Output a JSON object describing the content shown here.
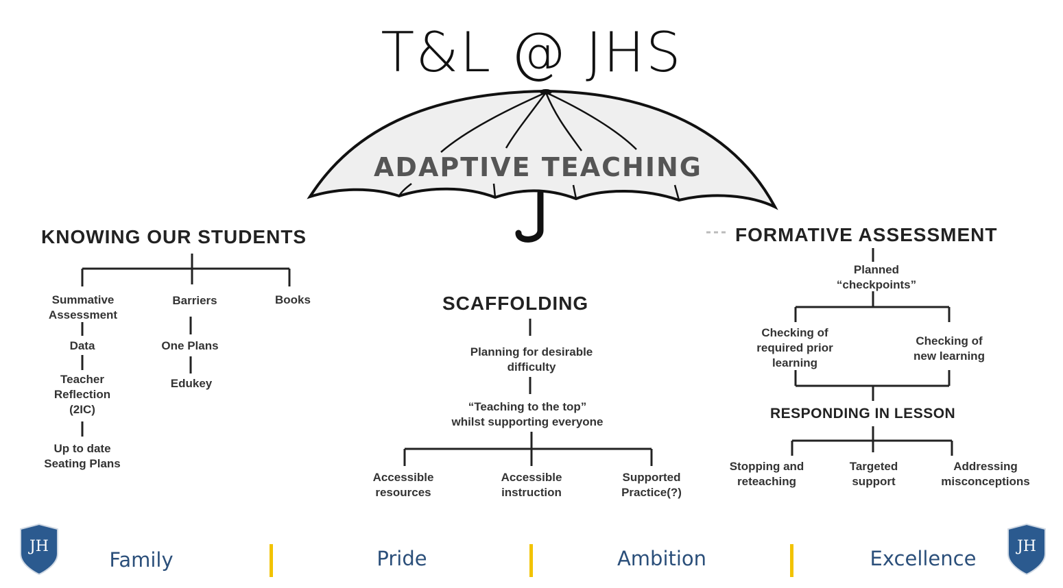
{
  "title": "T&L @ JHS",
  "umbrella": {
    "label": "ADAPTIVE TEACHING",
    "icon": "umbrella-icon"
  },
  "knowing": {
    "heading": "KNOWING OUR STUDENTS",
    "summative": "Summative\nAssessment",
    "data": "Data",
    "teacher_reflection": "Teacher\nReflection\n(2IC)",
    "seating": "Up to date\nSeating Plans",
    "barriers": "Barriers",
    "one_plans": "One Plans",
    "edukey": "Edukey",
    "books": "Books"
  },
  "scaffolding": {
    "heading": "SCAFFOLDING",
    "planning": "Planning for desirable\ndifficulty",
    "teaching_top": "“Teaching to the top”\nwhilst supporting everyone",
    "accessible_resources": "Accessible\nresources",
    "accessible_instruction": "Accessible\ninstruction",
    "supported_practice": "Supported\nPractice(?)"
  },
  "formative": {
    "heading": "FORMATIVE ASSESSMENT",
    "checkpoints": "Planned\n“checkpoints”",
    "prior": "Checking of\nrequired prior\nlearning",
    "new": "Checking of\nnew learning",
    "responding": "RESPONDING IN LESSON",
    "stopping": "Stopping and\nreteaching",
    "targeted": "Targeted\nsupport",
    "misconceptions": "Addressing\nmisconceptions"
  },
  "footer": {
    "values": [
      "Family",
      "Pride",
      "Ambition",
      "Excellence"
    ],
    "logo_text": "JH",
    "logo_icon": "shield-icon",
    "logo_color": "#2b5a8f",
    "separator_color": "#f2c300",
    "text_color": "#2b4f7a"
  }
}
